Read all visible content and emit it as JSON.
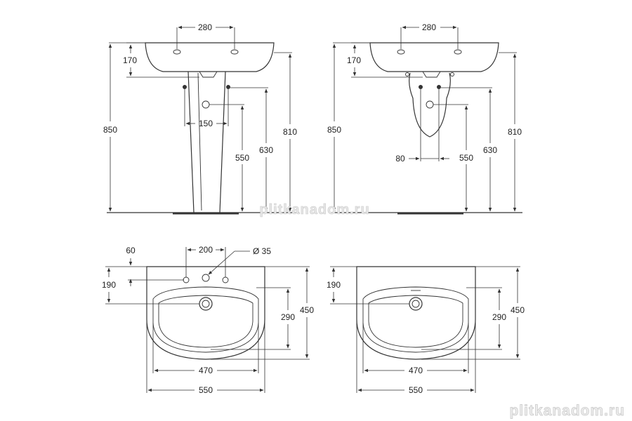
{
  "front_view_pedestal": {
    "labels": {
      "tap_spacing": "280",
      "overflow_height": "170",
      "total_height": "850",
      "rim_height": "810",
      "waste_height": "630",
      "supply_height": "550",
      "supply_spacing": "150"
    }
  },
  "front_view_semipedestal": {
    "labels": {
      "tap_spacing": "280",
      "overflow_height": "170",
      "total_height": "850",
      "rim_height": "810",
      "waste_height": "630",
      "supply_height": "550",
      "supply_spacing": "80"
    }
  },
  "top_view_three_hole": {
    "labels": {
      "tap_hole_offset": "60",
      "tap_spacing": "200",
      "hole_diameter": "Ø 35",
      "drain_offset": "190",
      "bowl_depth": "290",
      "total_depth": "450",
      "bowl_width": "470",
      "total_width": "550"
    }
  },
  "top_view_one_hole": {
    "labels": {
      "drain_offset": "190",
      "bowl_depth": "290",
      "total_depth": "450",
      "bowl_width": "470",
      "total_width": "550"
    }
  },
  "watermark": {
    "middle": "plitkanadom.ru",
    "bottom": "plitkanadom.ru"
  },
  "colors": {
    "ink": "#333333",
    "watermark": "#cccccc"
  }
}
